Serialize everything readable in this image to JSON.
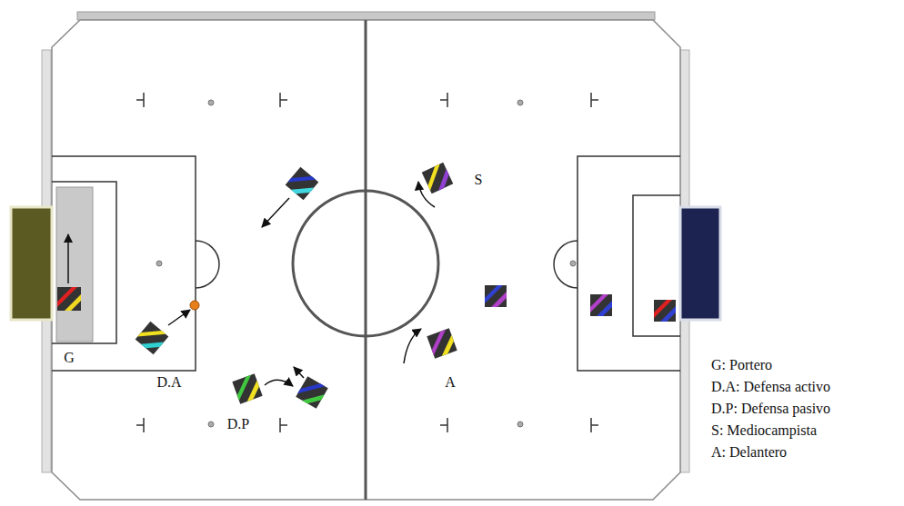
{
  "diagram": {
    "labels": [
      "G",
      "D.A",
      "D.P",
      "S",
      "A",
      "G: Portero",
      "D.A: Defensa activo",
      "D.P: Defensa pasivo",
      "S: Mediocampista",
      "A: Delantero"
    ]
  }
}
